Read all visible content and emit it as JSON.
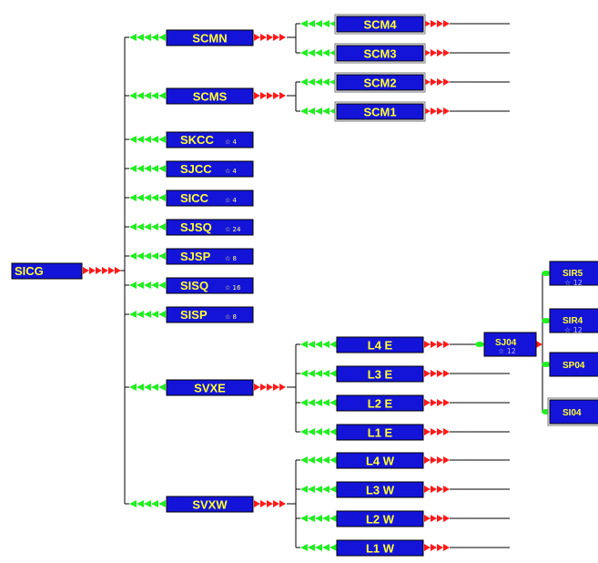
{
  "root": {
    "id": "SICG"
  },
  "level1": [
    {
      "id": "SCMN"
    },
    {
      "id": "SCMS"
    },
    {
      "id": "SKCC",
      "badge": "☆ 4"
    },
    {
      "id": "SJCC",
      "badge": "☆ 4"
    },
    {
      "id": "SICC",
      "badge": "☆ 4"
    },
    {
      "id": "SJSQ",
      "badge": "☆ 24"
    },
    {
      "id": "SJSP",
      "badge": "☆ 8"
    },
    {
      "id": "SISQ",
      "badge": "☆ 16"
    },
    {
      "id": "SISP",
      "badge": "☆ 8"
    },
    {
      "id": "SVXE"
    },
    {
      "id": "SVXW"
    }
  ],
  "scmn_children": [
    {
      "id": "SCM4"
    },
    {
      "id": "SCM3"
    }
  ],
  "scms_children": [
    {
      "id": "SCM2"
    },
    {
      "id": "SCM1"
    }
  ],
  "svxe_children": [
    {
      "id": "L4  E"
    },
    {
      "id": "L3  E"
    },
    {
      "id": "L2  E"
    },
    {
      "id": "L1  E"
    }
  ],
  "svxw_children": [
    {
      "id": "L4  W"
    },
    {
      "id": "L3  W"
    },
    {
      "id": "L2  W"
    },
    {
      "id": "L1  W"
    }
  ],
  "sj04": {
    "id": "SJ04",
    "badge": "☆ 12"
  },
  "sj04_children": [
    {
      "id": "SIR5",
      "badge": "☆ 12"
    },
    {
      "id": "SIR4",
      "badge": "☆ 12"
    },
    {
      "id": "SP04"
    },
    {
      "id": "SI04"
    }
  ],
  "colors": {
    "node_fill": "#1414d8",
    "label": "#ffff33",
    "arrow_out": "#ff1a1a",
    "arrow_in": "#22ee22",
    "wire": "#000000"
  }
}
